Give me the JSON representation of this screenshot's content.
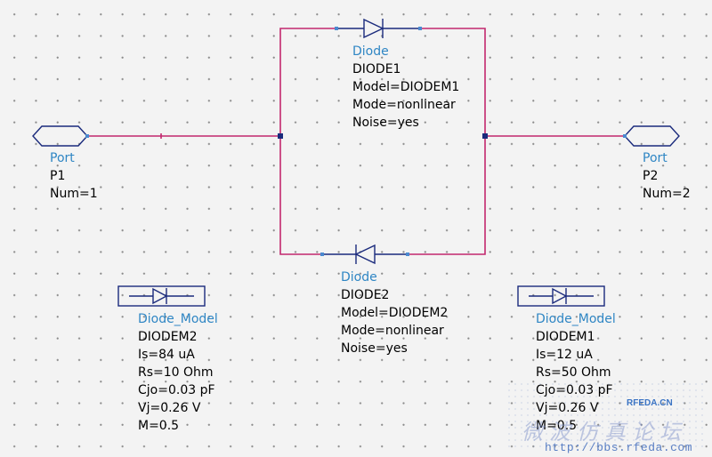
{
  "colors": {
    "wire": "#c2286e",
    "symbol": "#1a2a7c",
    "pin": "#4a8ad0",
    "junction": "#1a2a7c",
    "component_type_text": "#2f86c4",
    "text": "#000000",
    "background": "#f3f3f3",
    "grid_dot": "#8a8a8a"
  },
  "components": {
    "port_p1": {
      "kind": "Port",
      "name": "P1",
      "params": [
        "Num=1"
      ]
    },
    "port_p2": {
      "kind": "Port",
      "name": "P2",
      "params": [
        "Num=2"
      ]
    },
    "diode1": {
      "kind": "Diode",
      "name": "DIODE1",
      "params": [
        "Model=DIODEM1",
        "Mode=nonlinear",
        "Noise=yes"
      ]
    },
    "diode2": {
      "kind": "Diode",
      "name": "DIODE2",
      "params": [
        "Model=DIODEM2",
        "Mode=nonlinear",
        "Noise=yes"
      ]
    },
    "model_left": {
      "kind": "Diode_Model",
      "name": "DIODEM2",
      "params": [
        "Is=84 uA",
        "Rs=10 Ohm",
        "Cjo=0.03 pF",
        "Vj=0.26 V",
        "M=0.5"
      ]
    },
    "model_right": {
      "kind": "Diode_Model",
      "name": "DIODEM1",
      "params": [
        "Is=12 uA",
        "Rs=50 Ohm",
        "Cjo=0.03 pF",
        "Vj=0.26 V",
        "M=0.5"
      ]
    }
  },
  "watermark": {
    "site": "RFEDA.CN",
    "forum_cn": "微波仿真论坛",
    "url": "http://bbs.rfeda.com"
  }
}
